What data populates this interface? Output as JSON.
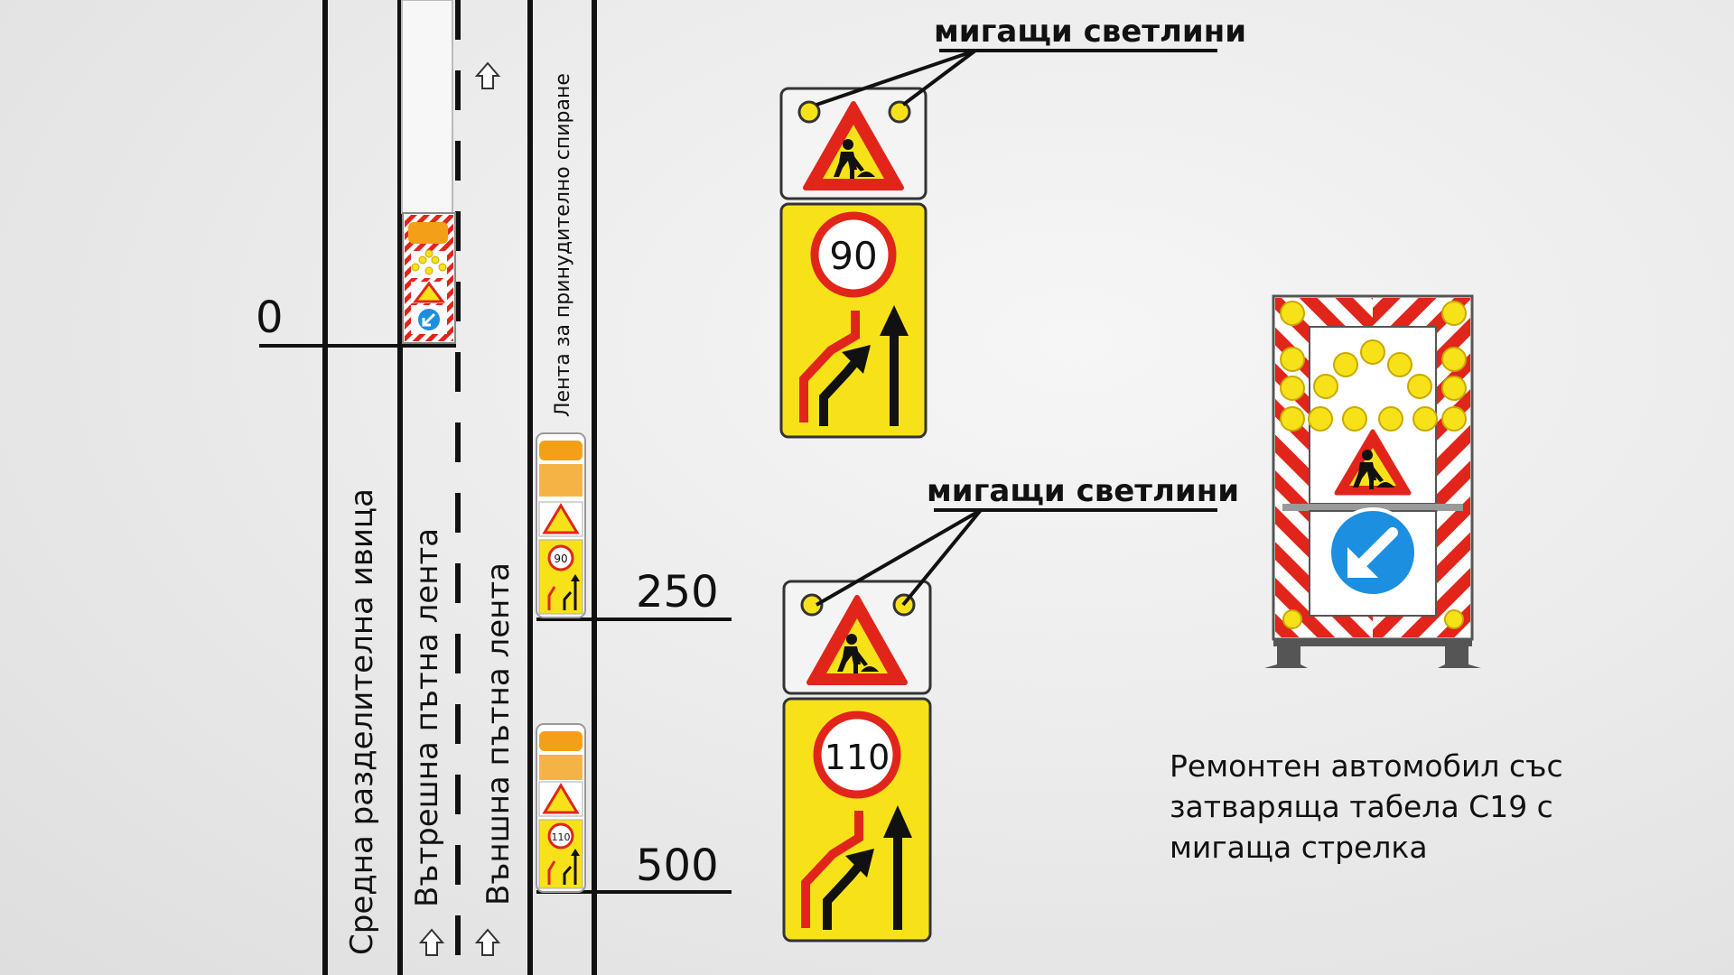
{
  "markers": {
    "m0": "0",
    "m250": "250",
    "m500": "500"
  },
  "road_labels": {
    "median": "Средна разделителна ивица",
    "inner_lane": "Вътрешна пътна лента",
    "outer_lane": "Външна пътна лента",
    "shoulder": "Лента за принудително спиране"
  },
  "callouts": {
    "top": "мигащи светлини",
    "bottom": "мигащи светлини"
  },
  "signs": {
    "speed_top": "90",
    "speed_bottom": "110"
  },
  "caption": {
    "line1": "Ремонтен автомобил със",
    "line2": "затваряща табела С19 с",
    "line3": "мигаща стрелка"
  },
  "colors": {
    "sign_yellow": "#f7e21a",
    "warning_red": "#e1251b",
    "arrow_blue": "#1d8fe0",
    "road_line": "#111111"
  }
}
